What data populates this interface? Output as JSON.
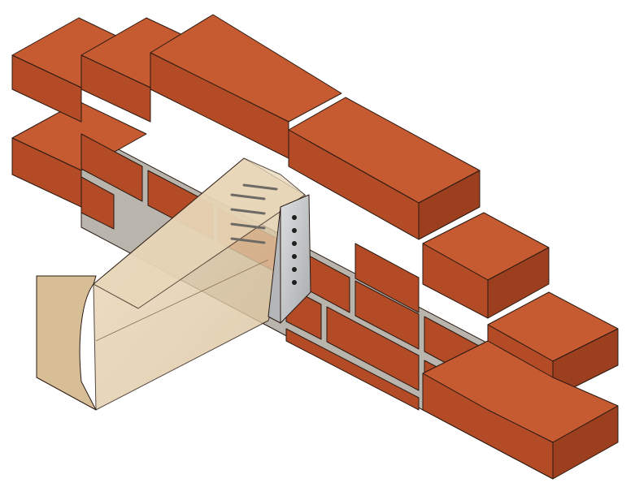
{
  "colors": {
    "brick_top": "#c65a31",
    "brick_front": "#b24b26",
    "brick_end": "#9c3f1f",
    "mortar": "#b9b4ac",
    "timber": "#e3cfae",
    "hanger": "#c9cbcd"
  },
  "icons": [
    "brick-wall-illustration",
    "timber-joist",
    "joist-hanger"
  ]
}
